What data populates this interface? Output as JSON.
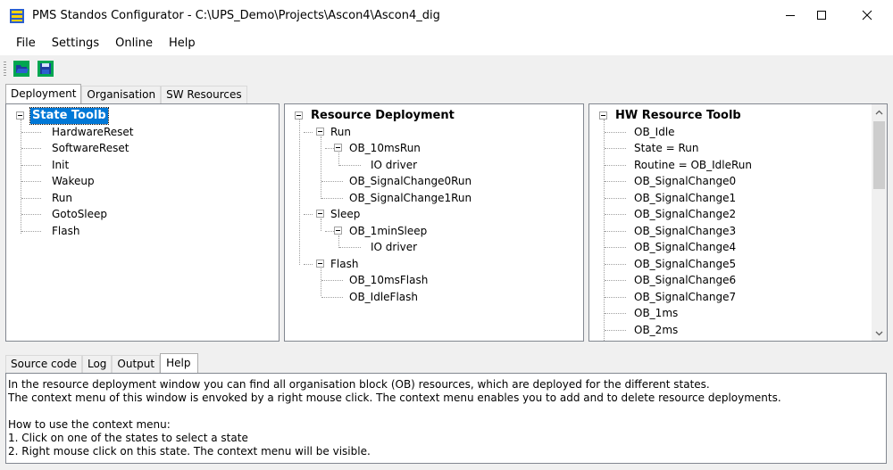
{
  "window": {
    "title": "PMS Standos Configurator  - C:\\UPS_Demo\\Projects\\Ascon4\\Ascon4_dig",
    "minimize_icon": "minimize-icon",
    "maximize_icon": "maximize-icon",
    "close_icon": "close-icon"
  },
  "menu": [
    "File",
    "Settings",
    "Online",
    "Help"
  ],
  "toolbar": {
    "buttons": [
      "open-icon",
      "save-icon"
    ],
    "button_color": "#00a651"
  },
  "top_tabs": [
    "Deployment",
    "Organisation",
    "SW Resources"
  ],
  "left_panel": {
    "root": "State Toolb",
    "items": [
      "HardwareReset",
      "SoftwareReset",
      "Init",
      "Wakeup",
      "Run",
      "GotoSleep",
      "Flash"
    ]
  },
  "middle_panel": {
    "root": "Resource Deployment",
    "nodes": [
      "Run",
      "OB_10msRun",
      "IO driver",
      "OB_SignalChange0Run",
      "OB_SignalChange1Run",
      "Sleep",
      "OB_1minSleep",
      "IO driver",
      "Flash",
      "OB_10msFlash",
      "OB_IdleFlash"
    ]
  },
  "right_panel": {
    "root": "HW Resource Toolb",
    "items": [
      "OB_Idle",
      "State = Run",
      "Routine = OB_IdleRun",
      "OB_SignalChange0",
      "OB_SignalChange1",
      "OB_SignalChange2",
      "OB_SignalChange3",
      "OB_SignalChange4",
      "OB_SignalChange5",
      "OB_SignalChange6",
      "OB_SignalChange7",
      "OB_1ms",
      "OB_2ms"
    ]
  },
  "bottom_tabs": [
    "Source code",
    "Log",
    "Output",
    "Help"
  ],
  "help_text": [
    "In the resource deployment window you can find all organisation block (OB) resources, which are deployed for the different states.",
    "The context menu of this window is envoked by a right mouse click. The context menu enables you to add and to delete resource deployments.",
    "",
    "How to use the context menu:",
    "1. Click on one of the states to select a state",
    "2. Right mouse click on this state. The context menu will be visible."
  ],
  "colors": {
    "selection": "#0078d7",
    "border": "#828790"
  }
}
